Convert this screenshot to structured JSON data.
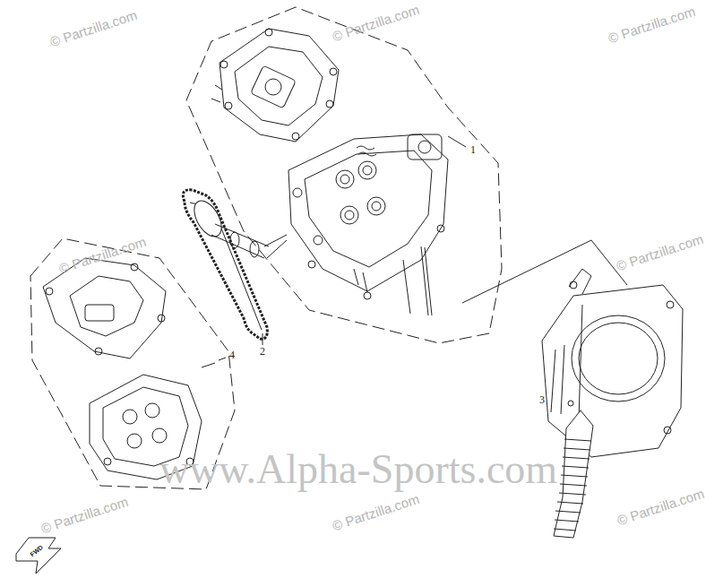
{
  "diagram": {
    "labels": [
      "1",
      "2",
      "3",
      "4",
      "© Partzilla.com",
      "© Partzilla.com",
      "© Partzilla.com",
      "© Partzilla.com",
      "© Partzilla.com",
      "© Partzilla.com",
      "© Partzilla.com",
      "© Partzilla.com",
      "www.Alpha-Sports.com",
      "FWD"
    ]
  }
}
